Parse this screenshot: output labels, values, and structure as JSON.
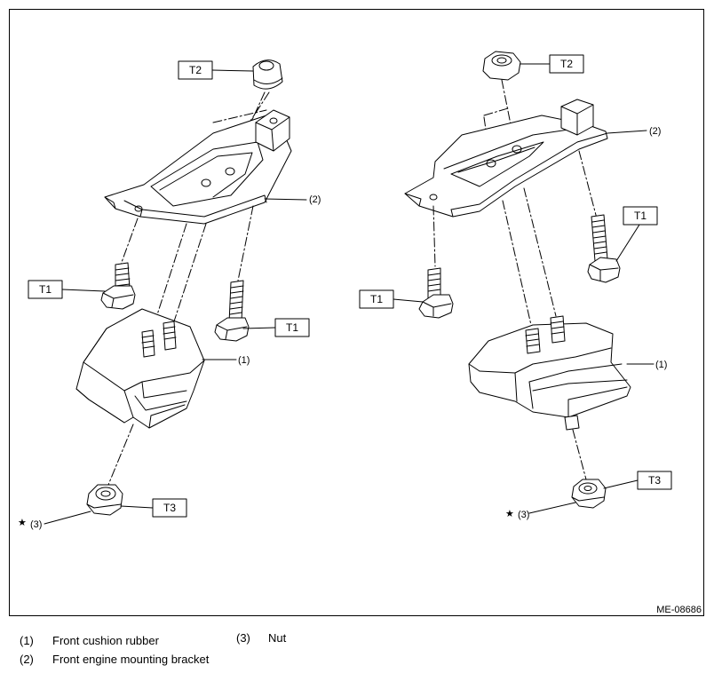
{
  "figure_id": "ME-08686",
  "torque_labels": {
    "t1": "T1",
    "t2": "T2",
    "t3": "T3"
  },
  "callouts": {
    "c1": "(1)",
    "c2": "(2)",
    "c3": "(3)",
    "star": "★"
  },
  "legend": [
    {
      "num": "(1)",
      "text": "Front cushion rubber"
    },
    {
      "num": "(2)",
      "text": "Front engine mounting bracket"
    },
    {
      "num": "(3)",
      "text": "Nut"
    }
  ],
  "colors": {
    "line": "#000000",
    "background": "#ffffff"
  }
}
